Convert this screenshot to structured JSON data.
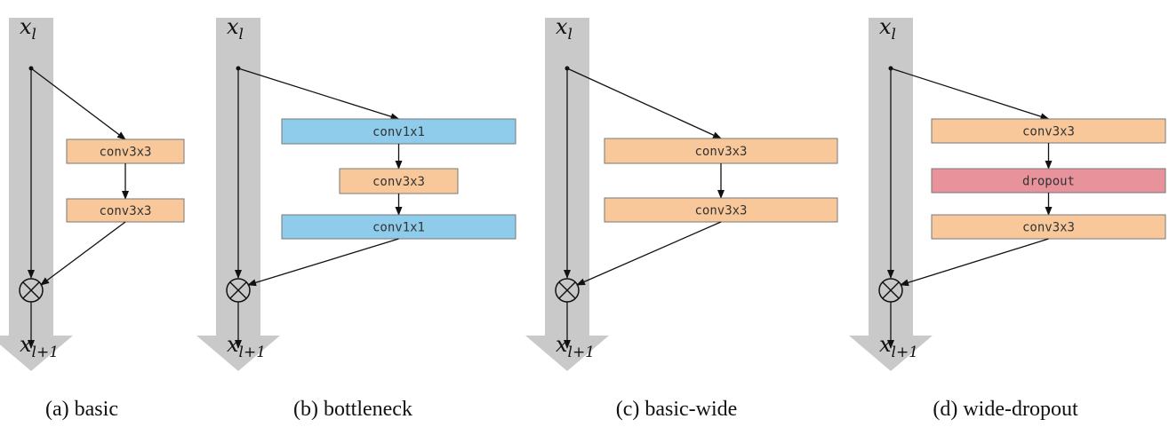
{
  "colors": {
    "skip_band": "#c9c9c9",
    "conv3x3": "#f8c89b",
    "conv1x1": "#8fcceb",
    "dropout": "#e8939b"
  },
  "input_var": {
    "base": "x",
    "sub": "l"
  },
  "output_var": {
    "base": "x",
    "sub": "l+1"
  },
  "panels": [
    {
      "caption": "(a)  basic",
      "layers": [
        {
          "label": "conv3x3",
          "kind": "conv3x3"
        },
        {
          "label": "conv3x3",
          "kind": "conv3x3"
        }
      ]
    },
    {
      "caption": "(b)  bottleneck",
      "layers": [
        {
          "label": "conv1x1",
          "kind": "conv1x1"
        },
        {
          "label": "conv3x3",
          "kind": "conv3x3"
        },
        {
          "label": "conv1x1",
          "kind": "conv1x1"
        }
      ]
    },
    {
      "caption": "(c)  basic-wide",
      "layers": [
        {
          "label": "conv3x3",
          "kind": "conv3x3"
        },
        {
          "label": "conv3x3",
          "kind": "conv3x3"
        }
      ]
    },
    {
      "caption": "(d)  wide-dropout",
      "layers": [
        {
          "label": "conv3x3",
          "kind": "conv3x3"
        },
        {
          "label": "dropout",
          "kind": "dropout"
        },
        {
          "label": "conv3x3",
          "kind": "conv3x3"
        }
      ]
    }
  ]
}
